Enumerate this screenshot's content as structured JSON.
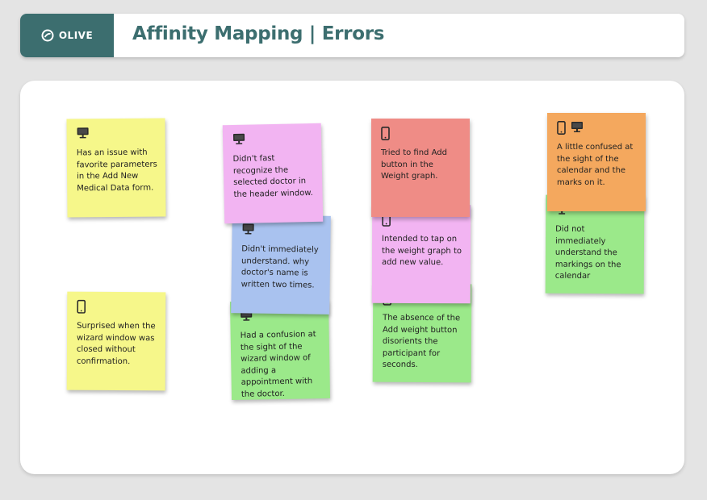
{
  "header": {
    "logo_text": "OLIVE",
    "title": "Affinity Mapping | Errors"
  },
  "colors": {
    "brand": "#3c6e6f",
    "yellow": "#f6f78a",
    "pink": "#f2b4f2",
    "blue": "#a9c2ef",
    "green": "#9be98a",
    "red": "#ef8c86",
    "orange": "#f4a85e"
  },
  "notes": [
    {
      "name": "note-yellow-1",
      "color": "#f6f78a",
      "icons": [
        "desktop-icon"
      ],
      "text": "Has an issue with favorite parameters in the  Add New Medical Data form."
    },
    {
      "name": "note-yellow-2",
      "color": "#f6f78a",
      "icons": [
        "phone-icon"
      ],
      "text": "Surprised when the wizard window was closed without confirmation."
    },
    {
      "name": "note-green-1",
      "color": "#9be98a",
      "icons": [
        "desktop-icon"
      ],
      "text": "Had a confusion at the sight of the wizard window of adding a appointment with the doctor."
    },
    {
      "name": "note-blue-1",
      "color": "#a9c2ef",
      "icons": [
        "desktop-icon"
      ],
      "text": "Didn't immediately understand. why doctor's name is written two times."
    },
    {
      "name": "note-pink-1",
      "color": "#f2b4f2",
      "icons": [
        "desktop-icon"
      ],
      "text": "Didn't fast recognize the selected doctor in the header window."
    },
    {
      "name": "note-green-2",
      "color": "#9be98a",
      "icons": [
        "phone-icon"
      ],
      "text": "The absence of the  Add weight  button disorients the participant for seconds."
    },
    {
      "name": "note-pink-2",
      "color": "#f2b4f2",
      "icons": [
        "phone-icon"
      ],
      "text": "Intended to tap on the weight graph to add new value."
    },
    {
      "name": "note-red-1",
      "color": "#ef8c86",
      "icons": [
        "phone-icon"
      ],
      "text": "Tried to find  Add button in the Weight graph."
    },
    {
      "name": "note-green-3",
      "color": "#9be98a",
      "icons": [
        "desktop-icon"
      ],
      "text": "Did not immediately understand the markings on the calendar"
    },
    {
      "name": "note-orange-1",
      "color": "#f4a85e",
      "icons": [
        "phone-icon",
        "desktop-icon"
      ],
      "text": "A little confused at the sight of the calendar and the marks on it."
    }
  ]
}
